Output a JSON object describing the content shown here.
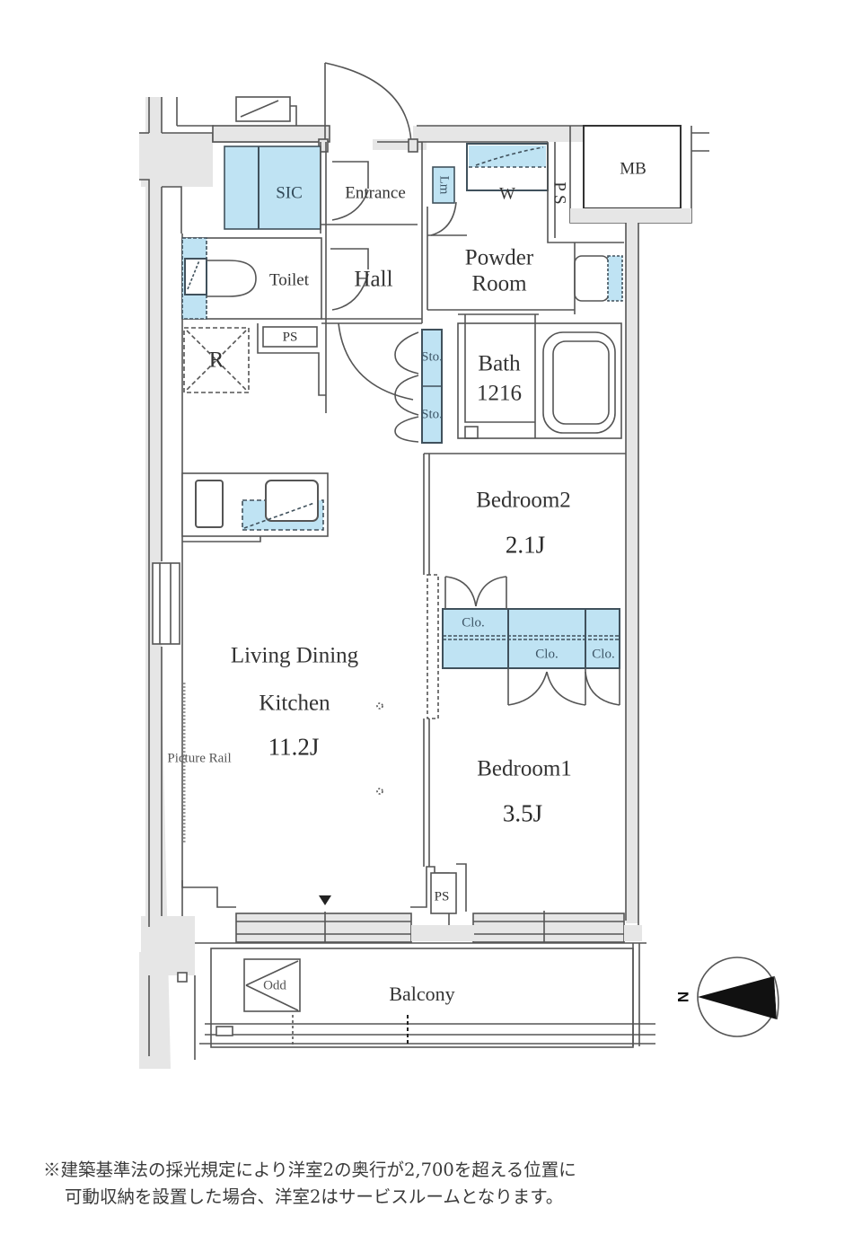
{
  "colors": {
    "wall_fill": "#e6e6e6",
    "wall_line": "#555555",
    "storage_fill": "#bfe3f3",
    "storage_line": "#40515c",
    "text": "#333333"
  },
  "rooms": {
    "sic": "SIC",
    "entrance": "Entrance",
    "lm": "Lm",
    "w": "W",
    "ps_top": "P S",
    "mb": "MB",
    "toilet": "Toilet",
    "hall": "Hall",
    "powder_room_1": "Powder",
    "powder_room_2": "Room",
    "r": "R",
    "ps_mid": "PS",
    "sto_1": "Sto.",
    "sto_2": "Sto.",
    "bath_1": "Bath",
    "bath_2": "1216",
    "bedroom2_name": "Bedroom2",
    "bedroom2_size": "2.1J",
    "clo_1": "Clo.",
    "clo_2": "Clo.",
    "clo_3": "Clo.",
    "ldk_1": "Living Dining",
    "ldk_2": "Kitchen",
    "ldk_size": "11.2J",
    "picture_rail": "Picture Rail",
    "bedroom1_name": "Bedroom1",
    "bedroom1_size": "3.5J",
    "ps_bottom": "PS",
    "odd": "Odd",
    "balcony": "Balcony"
  },
  "compass": {
    "north_label": "N"
  },
  "footnote": {
    "line1": "※建築基準法の採光規定により洋室2の奥行が2,700を超える位置に",
    "line2": "可動収納を設置した場合、洋室2はサービスルームとなります。"
  }
}
